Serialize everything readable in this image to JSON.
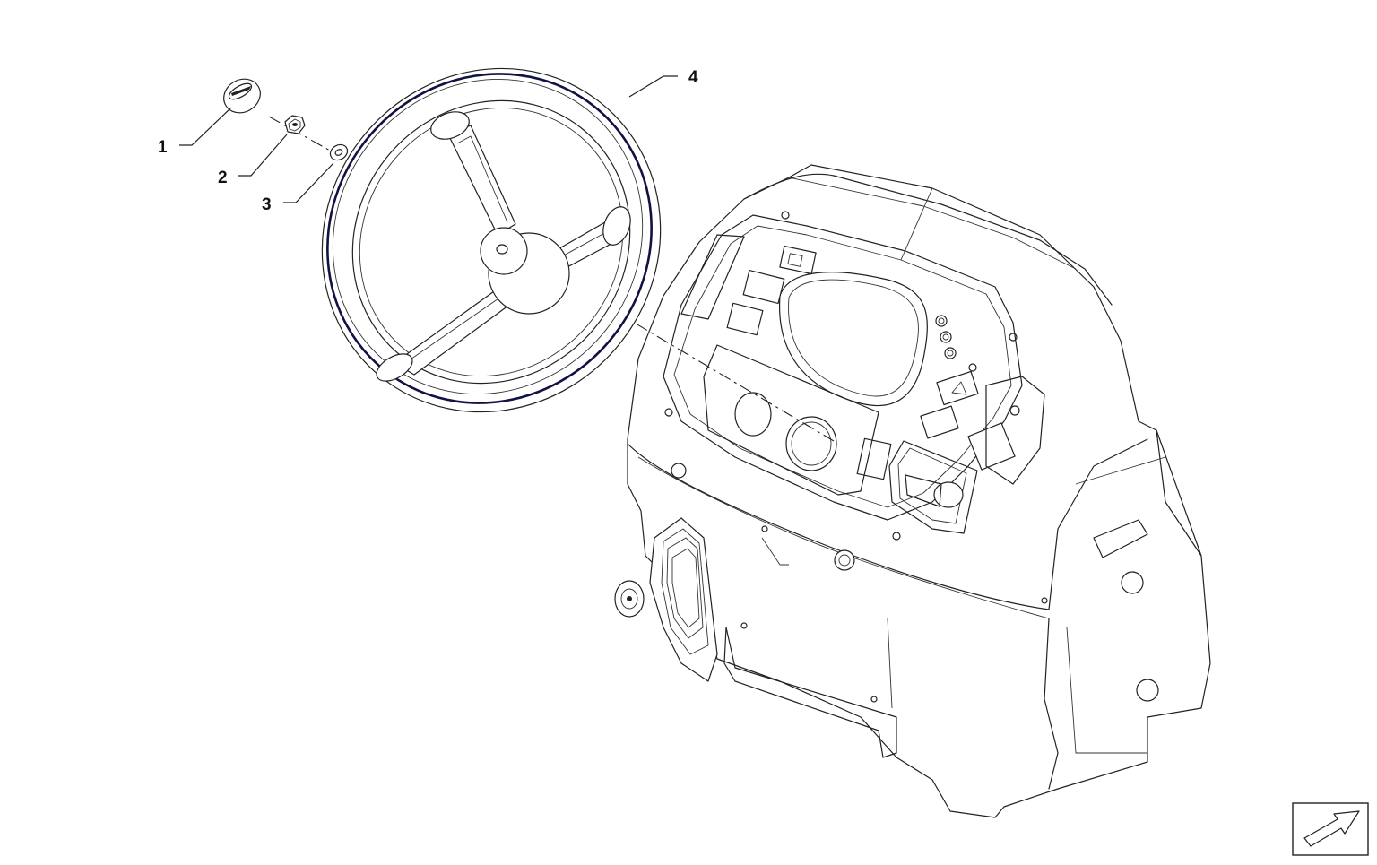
{
  "diagram": {
    "callouts": [
      {
        "id": "1",
        "label": "1"
      },
      {
        "id": "2",
        "label": "2"
      },
      {
        "id": "3",
        "label": "3"
      },
      {
        "id": "4",
        "label": "4"
      }
    ],
    "parts": {
      "p1": "cap-cover-icon",
      "p2": "hex-nut-icon",
      "p3": "washer-icon",
      "p4": "steering-wheel-icon",
      "dashboard": "dashboard-console-icon"
    },
    "orientation_icon": "orientation-arrow-icon",
    "colors": {
      "line": "#222222",
      "rim_outline": "#111144",
      "background": "#ffffff"
    }
  }
}
